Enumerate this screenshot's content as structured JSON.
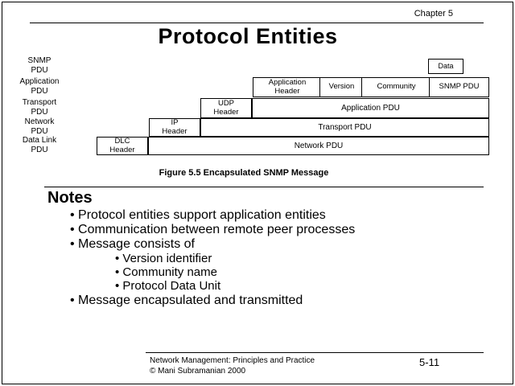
{
  "header": {
    "chapter": "Chapter 5",
    "title": "Protocol Entities"
  },
  "diagram": {
    "row_labels": [
      "SNMP\nPDU",
      "Application\nPDU",
      "Transport\nPDU",
      "Network\nPDU",
      "Data Link\nPDU"
    ],
    "boxes": {
      "data": "Data",
      "application_header": "Application\nHeader",
      "version": "Version",
      "community": "Community",
      "snmp_pdu": "SNMP PDU",
      "udp_header": "UDP\nHeader",
      "application_pdu": "Application PDU",
      "ip_header": "IP\nHeader",
      "transport_pdu": "Transport  PDU",
      "dlc_header": "DLC\nHeader",
      "network_pdu": "Network PDU"
    },
    "caption": "Figure 5.5 Encapsulated SNMP Message"
  },
  "notes": {
    "title": "Notes",
    "bullets": [
      {
        "level": 1,
        "text": "Protocol entities support application entities"
      },
      {
        "level": 1,
        "text": "Communication between remote peer processes"
      },
      {
        "level": 1,
        "text": "Message consists of"
      },
      {
        "level": 2,
        "text": "Version identifier"
      },
      {
        "level": 2,
        "text": "Community name"
      },
      {
        "level": 2,
        "text": "Protocol Data Unit"
      },
      {
        "level": 1,
        "text": "Message encapsulated and transmitted"
      }
    ]
  },
  "footer": {
    "line1": "Network Management: Principles and Practice",
    "line2": "© Mani Subramanian 2000",
    "page": "5-11"
  }
}
